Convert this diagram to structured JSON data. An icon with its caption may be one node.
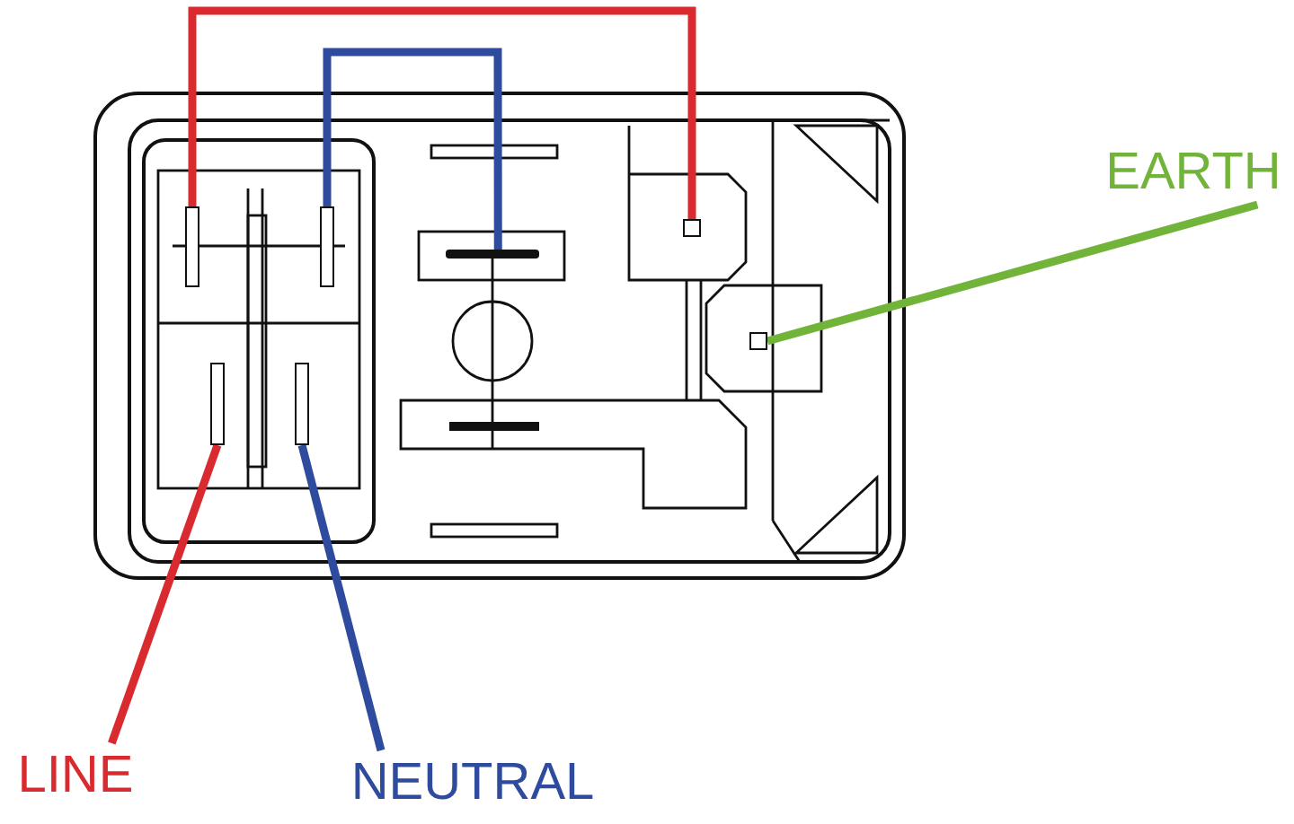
{
  "diagram": {
    "nodes": [
      {
        "text": [
          "LINE"
        ]
      },
      {
        "text": [
          "NEUTRAL"
        ]
      },
      {
        "text": [
          "EARTH"
        ]
      },
      {
        "text": [],
        "shape": "box"
      },
      {
        "text": [],
        "shape": "box"
      },
      {
        "text": [],
        "shape": "box"
      },
      {
        "text": [],
        "shape": "box"
      },
      {
        "text": [],
        "shape": "bar"
      },
      {
        "text": [],
        "shape": "box"
      },
      {
        "text": [],
        "shape": "box"
      }
    ],
    "edges": [
      {
        "from": 0,
        "to": 3,
        "arrow": "none",
        "color": "#d92b2f"
      },
      {
        "from": 1,
        "to": 4,
        "arrow": "none",
        "color": "#2e4b9e"
      },
      {
        "from": 2,
        "to": 9,
        "arrow": "none",
        "color": "#72b43a"
      },
      {
        "from": 5,
        "to": 8,
        "arrow": "none",
        "color": "#d92b2f"
      },
      {
        "from": 6,
        "to": 7,
        "arrow": "none",
        "color": "#2e4b9e"
      }
    ]
  }
}
